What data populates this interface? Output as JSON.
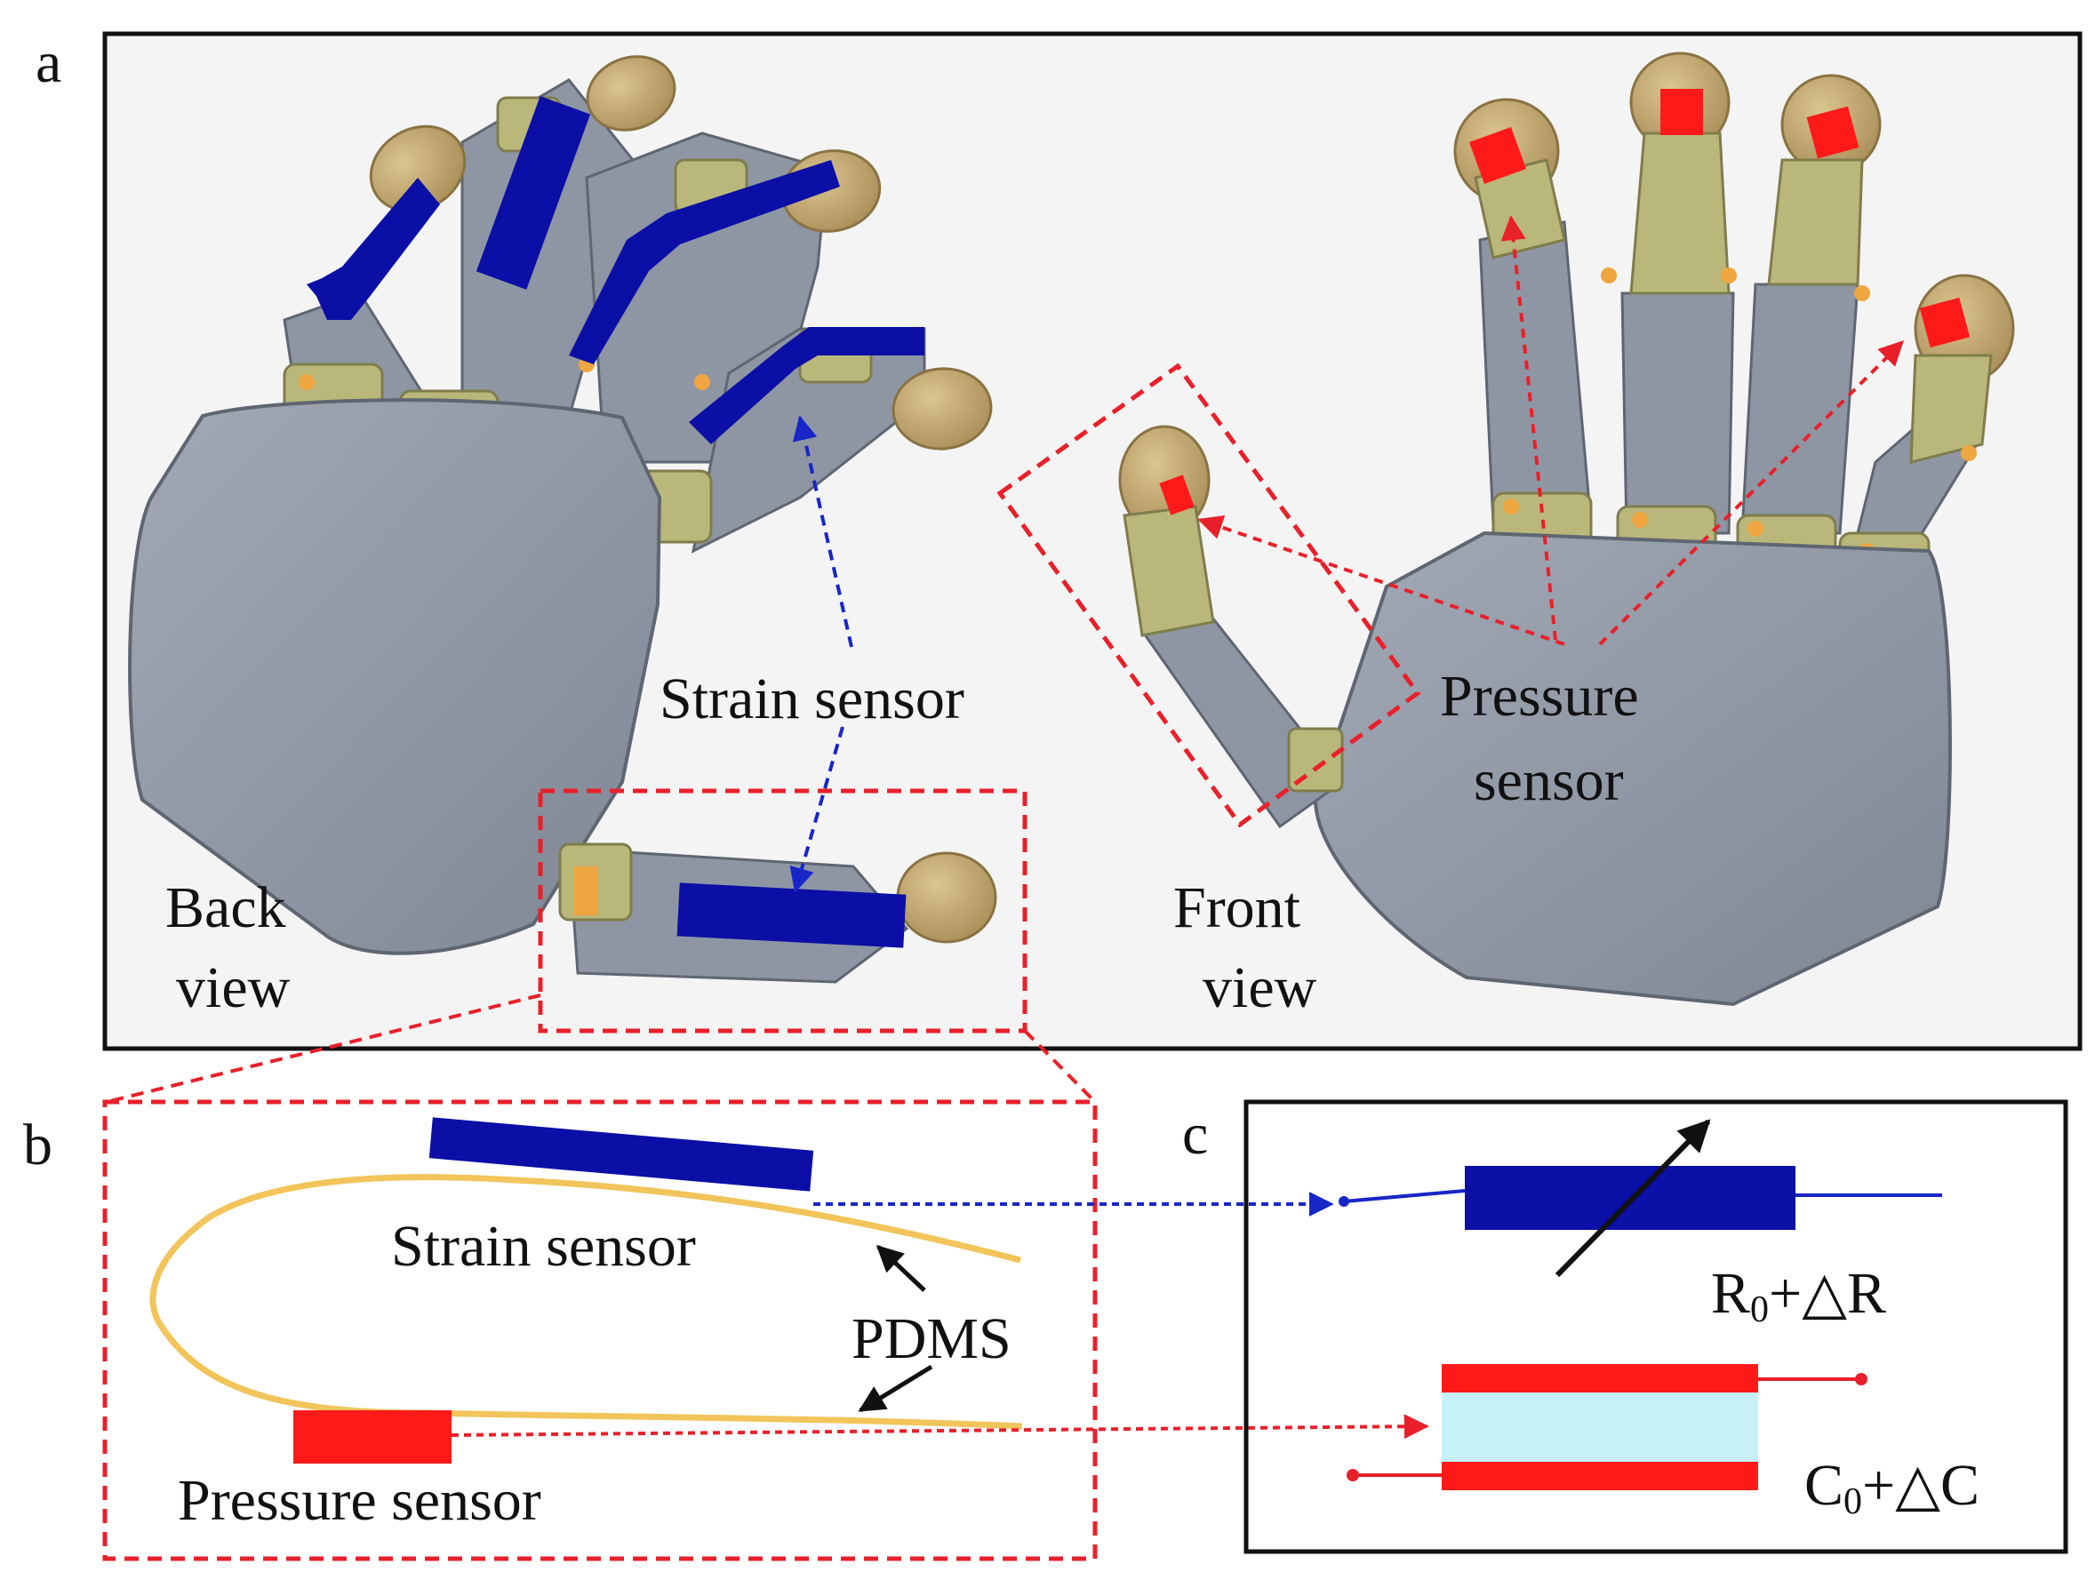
{
  "panels": {
    "a": {
      "letter": "a",
      "back_view": {
        "line1": "Back",
        "line2": "view"
      },
      "front_view": {
        "line1": "Front",
        "line2": "view"
      },
      "strain_sensor": "Strain sensor",
      "pressure_sensor": {
        "line1": "Pressure",
        "line2": "sensor"
      }
    },
    "b": {
      "letter": "b",
      "strain_sensor": "Strain sensor",
      "pdms": "PDMS",
      "pressure_sensor": "Pressure sensor"
    },
    "c": {
      "letter": "c",
      "resistor_label": {
        "main": "R",
        "sub": "0",
        "rest": "+△R"
      },
      "capacitor_label": {
        "main": "C",
        "sub": "0",
        "rest": "+△C"
      }
    }
  },
  "colors": {
    "strain_sensor": "#0b0fa6",
    "pressure_sensor": "#ff1a1a",
    "pdms": "#f2c45a",
    "hand_palm": "#8e96a4",
    "finger_joint": "#b9b77a",
    "fingertip": "#c7ab72",
    "dielectric": "#c6f1f6",
    "callout_red": "#e8202a",
    "callout_blue": "#1826c8",
    "frame": "#111111"
  }
}
